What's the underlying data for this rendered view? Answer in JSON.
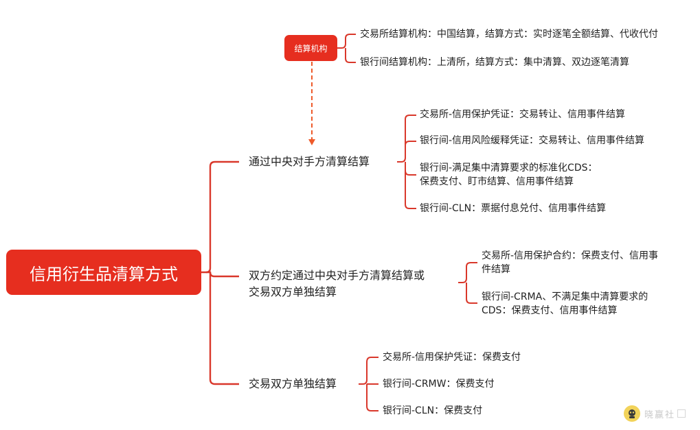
{
  "root": {
    "label": "信用衍生品清算方式"
  },
  "tag": {
    "label": "结算机构"
  },
  "settlement": [
    "交易所结算机构：中国结算，结算方式：实时逐笔全额结算、代收代付",
    "银行间结算机构：上清所，结算方式：集中清算、双边逐笔清算"
  ],
  "branches": [
    {
      "label": "通过中央对手方清算结算",
      "leaves": [
        "交易所-信用保护凭证：交易转让、信用事件结算",
        "银行间-信用风险缓释凭证：交易转让、信用事件结算",
        [
          "银行间-满足集中清算要求的标准化CDS：",
          "保费支付、盯市结算、信用事件结算"
        ],
        "银行间-CLN：票据付息兑付、信用事件结算"
      ]
    },
    {
      "label": [
        "双方约定通过中央对手方清算结算或",
        "交易双方单独结算"
      ],
      "leaves": [
        [
          "交易所-信用保护合约：保费支付、信用事",
          "件结算"
        ],
        [
          "银行间-CRMA、不满足集中清算要求的",
          "CDS：保费支付、信用事件结算"
        ]
      ]
    },
    {
      "label": "交易双方单独结算",
      "leaves": [
        "交易所-信用保护凭证：保费支付",
        "银行间-CRMW：保费支付",
        "银行间-CLN：保费支付"
      ]
    }
  ],
  "watermark": {
    "label": "晓赢社"
  },
  "colors": {
    "accent": "#e62e1f",
    "connector": "#d9372a",
    "dashed_arrow": "#ee5a2a",
    "text": "#1f1f1f"
  }
}
